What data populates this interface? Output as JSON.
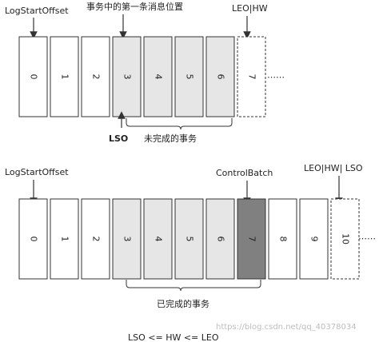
{
  "diagram1": {
    "label_log_start": "LogStartOffset",
    "label_first_msg": "事务中的第一条消息位置",
    "label_leo_hw": "LEO|HW",
    "cells": [
      {
        "text": "0",
        "style": "white"
      },
      {
        "text": "1",
        "style": "white"
      },
      {
        "text": "2",
        "style": "white"
      },
      {
        "text": "3",
        "style": "light"
      },
      {
        "text": "4",
        "style": "light"
      },
      {
        "text": "5",
        "style": "light"
      },
      {
        "text": "6",
        "style": "light"
      },
      {
        "text": "7",
        "style": "dashed"
      }
    ],
    "ellipsis": "⋯⋯",
    "lso_label": "LSO",
    "brace_label": "未完成的事务"
  },
  "diagram2": {
    "label_log_start": "LogStartOffset",
    "label_control": "ControlBatch",
    "label_leo_hw_lso": "LEO|HW| LSO",
    "cells": [
      {
        "text": "0",
        "style": "white"
      },
      {
        "text": "1",
        "style": "white"
      },
      {
        "text": "2",
        "style": "white"
      },
      {
        "text": "3",
        "style": "light"
      },
      {
        "text": "4",
        "style": "light"
      },
      {
        "text": "5",
        "style": "light"
      },
      {
        "text": "6",
        "style": "light"
      },
      {
        "text": "7",
        "style": "dark"
      },
      {
        "text": "8",
        "style": "white"
      },
      {
        "text": "9",
        "style": "white"
      },
      {
        "text": "10",
        "style": "dashed"
      }
    ],
    "ellipsis": "⋯⋯",
    "brace_label": "已完成的事务"
  },
  "formula": "LSO <= HW <= LEO",
  "watermark": "https://blog.csdn.net/qq_40378034",
  "colors": {
    "white": "#ffffff",
    "light": "#e6e6e6",
    "dark": "#808080",
    "stroke": "#333333"
  }
}
